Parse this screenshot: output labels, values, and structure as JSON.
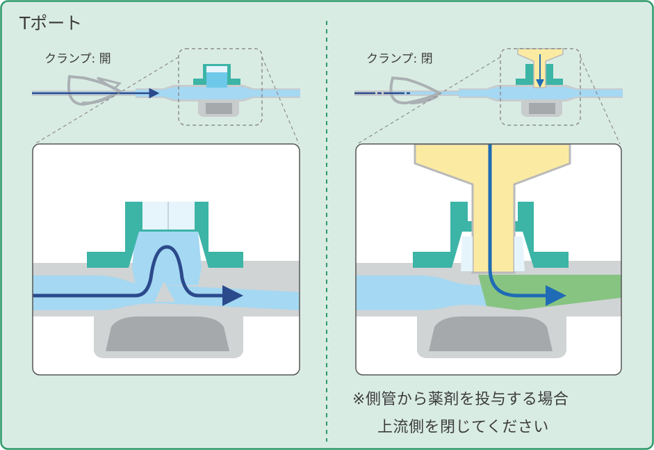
{
  "title": "Tポート",
  "left_panel": {
    "clamp_label": "クランプ: 開"
  },
  "right_panel": {
    "clamp_label": "クランプ: 閉"
  },
  "note": {
    "line1": "※側管から薬剤を投与する場合",
    "line2": "上流側を閉じてください"
  },
  "colors": {
    "background": "#d9ece4",
    "border": "#2e9a6a",
    "fluid": "#a5d8f2",
    "drug": "#fbeba2",
    "mixed": "#87c482",
    "teal": "#3cb4a6",
    "arrow_dark": "#2b4a8c",
    "arrow_blue": "#1f6bb5"
  }
}
